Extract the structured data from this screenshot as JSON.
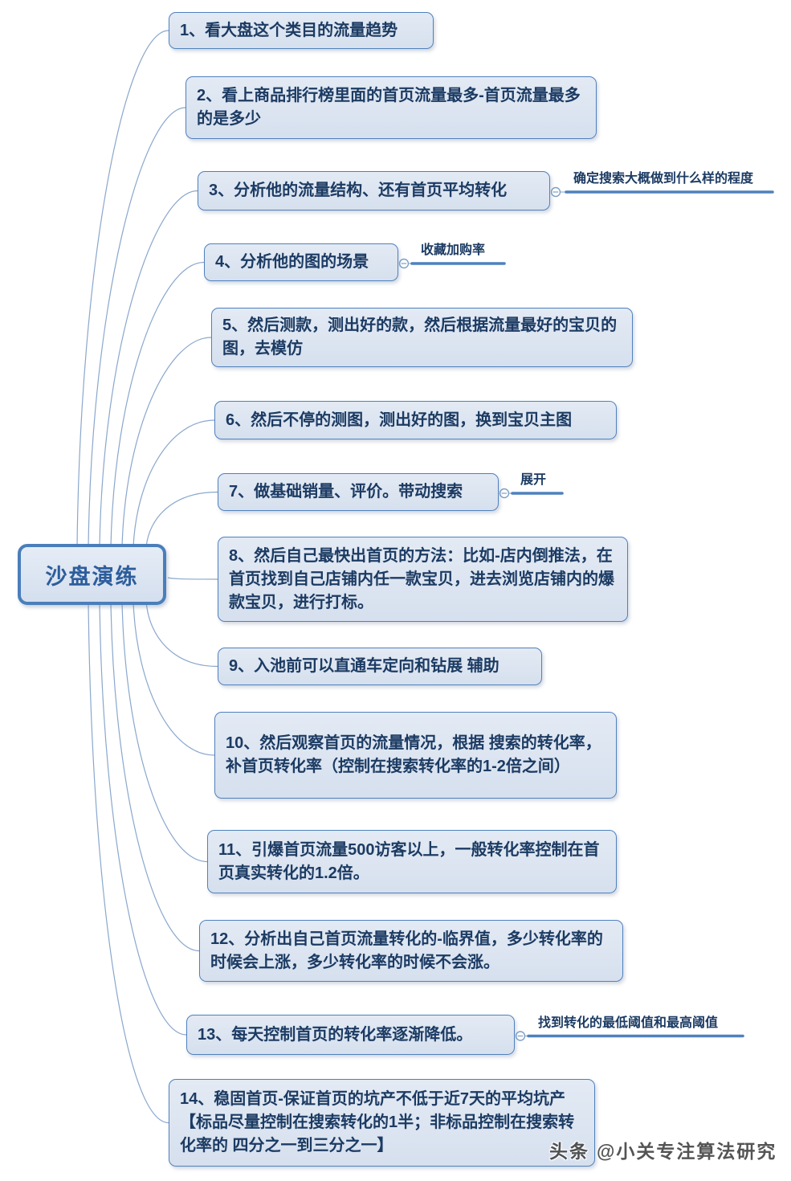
{
  "root": {
    "label": "沙盘演练"
  },
  "nodes": [
    {
      "label": "1、看大盘这个类目的流量趋势",
      "annotation": null
    },
    {
      "label": "2、看上商品排行榜里面的首页流量最多-首页流量最多的是多少",
      "annotation": null
    },
    {
      "label": "3、分析他的流量结构、还有首页平均转化",
      "annotation": "确定搜索大概做到什么样的程度"
    },
    {
      "label": "4、分析他的图的场景",
      "annotation": "收藏加购率"
    },
    {
      "label": "5、然后测款，测出好的款，然后根据流量最好的宝贝的图，去模仿",
      "annotation": null
    },
    {
      "label": "6、然后不停的测图，测出好的图，换到宝贝主图",
      "annotation": null
    },
    {
      "label": "7、做基础销量、评价。带动搜索",
      "annotation": "展开"
    },
    {
      "label": "8、然后自己最快出首页的方法：比如-店内倒推法，在首页找到自己店铺内任一款宝贝，进去浏览店铺内的爆款宝贝，进行打标。",
      "annotation": null
    },
    {
      "label": "9、入池前可以直通车定向和钻展 辅助",
      "annotation": null
    },
    {
      "label": "10、然后观察首页的流量情况，根据 搜索的转化率，补首页转化率（控制在搜索转化率的1-2倍之间）",
      "annotation": null
    },
    {
      "label": "11、引爆首页流量500访客以上，一般转化率控制在首页真实转化的1.2倍。",
      "annotation": null
    },
    {
      "label": "12、分析出自己首页流量转化的-临界值，多少转化率的时候会上涨，多少转化率的时候不会涨。",
      "annotation": null
    },
    {
      "label": "13、每天控制首页的转化率逐渐降低。",
      "annotation": "找到转化的最低阈值和最高阈值"
    },
    {
      "label": "14、稳固首页-保证首页的坑产不低于近7天的平均坑产【标品尽量控制在搜索转化的1半；非标品控制在搜索转化率的 四分之一到三分之一】",
      "annotation": null
    }
  ],
  "watermark": {
    "source": "头条",
    "author": "@小关专注算法研究"
  },
  "colors": {
    "node_fill": "#dbe4f0",
    "node_border": "#4f81bd",
    "node_text": "#1c3b63",
    "root_text": "#2d5d9c",
    "connector_line": "#8aa7cc",
    "annotation_underline": "#4f81bd",
    "watermark_text": "#3d3d3d"
  }
}
